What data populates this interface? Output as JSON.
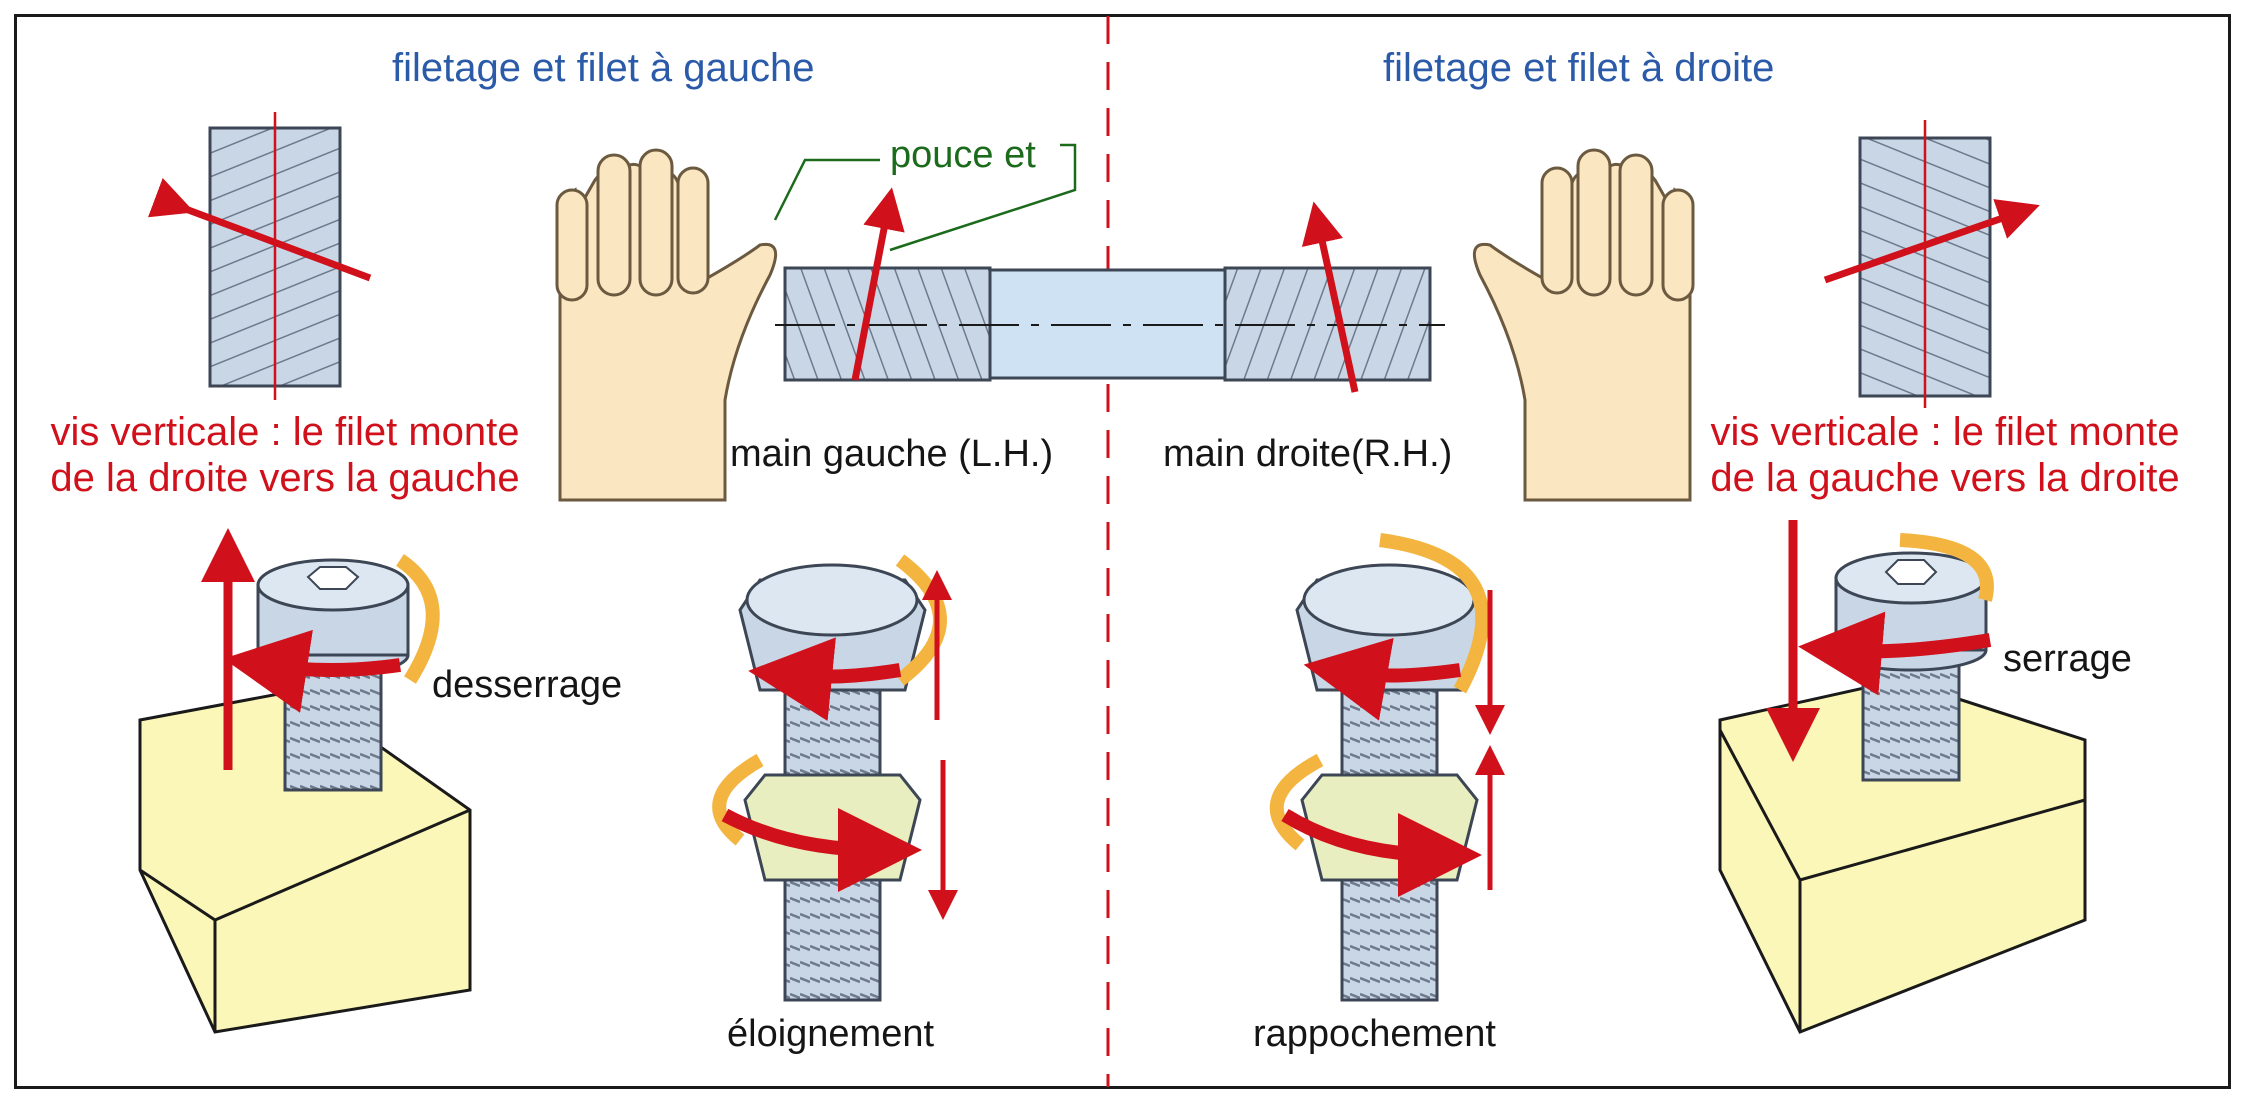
{
  "left": {
    "title": "filetage et filet à gauche",
    "caption_line1": "vis verticale : le filet monte",
    "caption_line2": "de la droite vers la gauche",
    "hand_label": "main gauche (L.H.)",
    "screw_label": "desserrage",
    "nut_label": "éloignement"
  },
  "right": {
    "title": "filetage et filet à droite",
    "caption_line1": "vis verticale : le filet monte",
    "caption_line2": "de la gauche vers la droite",
    "hand_label": "main droite(R.H.)",
    "screw_label": "serrage",
    "nut_label": "rappochement"
  },
  "callout": "pouce et",
  "colors": {
    "title_blue": "#2a5aa8",
    "caption_red": "#d0101a",
    "callout_green": "#1c6a1c",
    "metal": "#c9d6e6",
    "block_yellow": "#fbf7b8",
    "skin": "#fbe6c2",
    "rotation_orange": "#f3b540"
  }
}
